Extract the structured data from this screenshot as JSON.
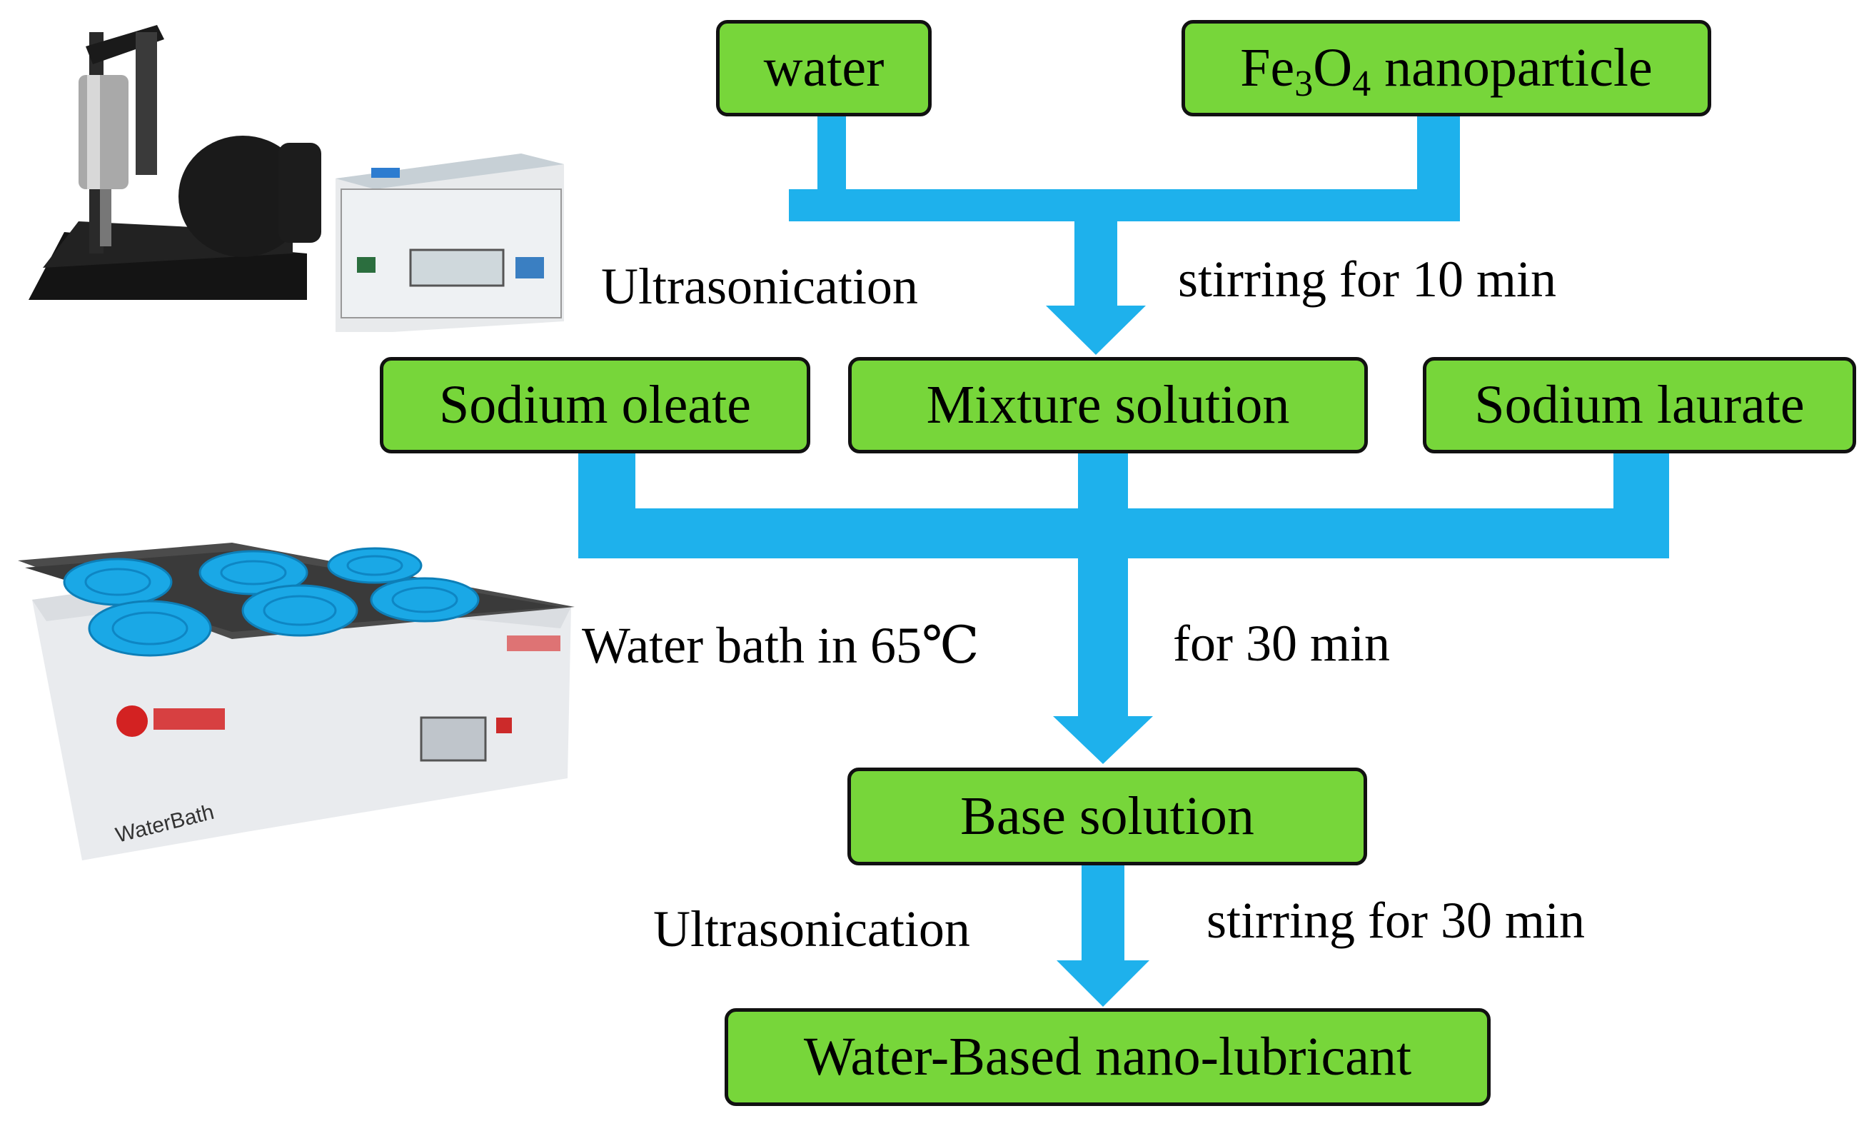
{
  "colors": {
    "box_fill": "#77d63a",
    "box_border": "#111111",
    "arrow": "#1eb1ec"
  },
  "boxes": {
    "water": "water",
    "fe3o4_main": "Fe",
    "fe3o4_sub1": "3",
    "fe3o4_o": "O",
    "fe3o4_sub2": "4",
    "fe3o4_rest": " nanoparticle",
    "sodium_oleate": "Sodium oleate",
    "mixture_solution": "Mixture solution",
    "sodium_laurate": "Sodium laurate",
    "base_solution": "Base solution",
    "final": "Water-Based nano-lubricant"
  },
  "labels": {
    "ultrasonication_1": "Ultrasonication",
    "stirring_10": "stirring for 10 min",
    "water_bath": "Water bath in 65℃",
    "for_30": "for 30 min",
    "ultrasonication_2": "Ultrasonication",
    "stirring_30": "stirring for 30 min"
  },
  "photos": {
    "ultrasonicator_icon": "ultrasonic-processor",
    "water_bath_icon": "water-bath",
    "water_bath_brand_text": "WaterBath"
  }
}
